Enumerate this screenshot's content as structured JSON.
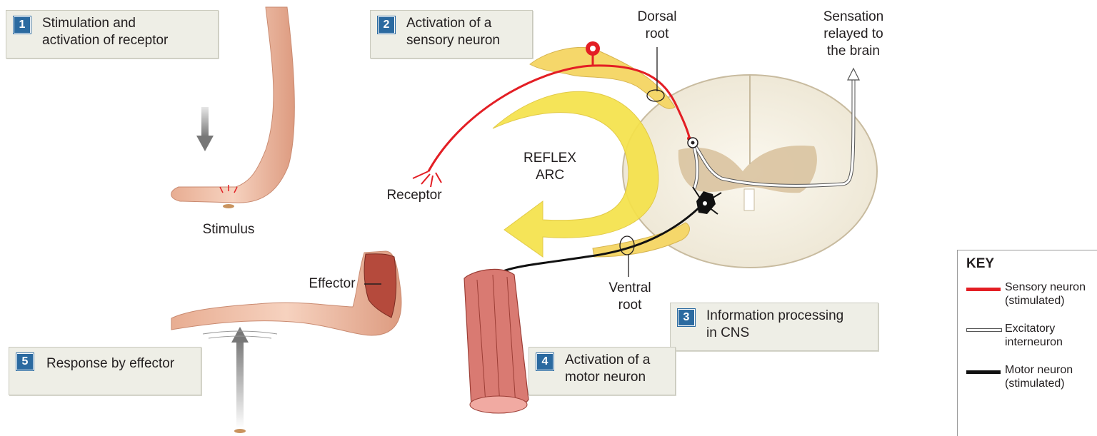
{
  "steps": [
    {
      "num": "1",
      "text": "Stimulation and\nactivation of receptor"
    },
    {
      "num": "2",
      "text": "Activation of a\nsensory neuron"
    },
    {
      "num": "3",
      "text": "Information processing\nin CNS"
    },
    {
      "num": "4",
      "text": "Activation of a\nmotor neuron"
    },
    {
      "num": "5",
      "text": "Response by effector"
    }
  ],
  "labels": {
    "dorsal_root": "Dorsal\nroot",
    "sensation": "Sensation\nrelayed to\nthe brain",
    "reflex_arc": "REFLEX\nARC",
    "receptor": "Receptor",
    "stimulus": "Stimulus",
    "effector": "Effector",
    "ventral_root": "Ventral\nroot"
  },
  "key": {
    "title": "KEY",
    "items": [
      {
        "text": "Sensory neuron\n(stimulated)",
        "color": "#e31e24"
      },
      {
        "text": "Excitatory\ninterneuron",
        "color": "#ffffff"
      },
      {
        "text": "Motor neuron\n(stimulated)",
        "color": "#111111"
      }
    ]
  },
  "colors": {
    "step_badge": "#2b6aa0",
    "sensory": "#e31e24",
    "motor": "#111111",
    "arc_arrow": "#f5e24a",
    "spinal_cord": "#f3eee0",
    "gray_matter": "#d9c3a0",
    "skin": "#efc3a6"
  }
}
